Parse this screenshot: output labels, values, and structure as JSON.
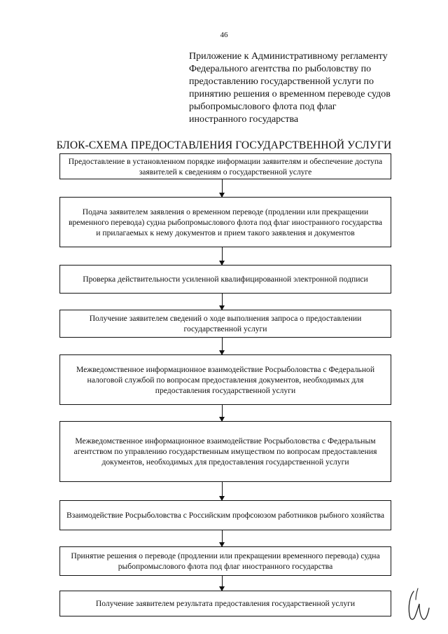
{
  "page_number": "46",
  "appendix": {
    "lines": [
      "Приложение к Административному регламенту",
      "Федерального агентства по рыболовству по",
      "предоставлению государственной услуги по",
      "принятию решения о временном переводе судов",
      "рыбопромыслового флота под флаг",
      "иностранного государства"
    ]
  },
  "flowchart": {
    "title": "БЛОК-СХЕМА ПРЕДОСТАВЛЕНИЯ ГОСУДАРСТВЕННОЙ УСЛУГИ",
    "steps": [
      "Предоставление в установленном порядке информации заявителям и обеспечение доступа заявителей к сведениям о государственной услуге",
      "Подача заявителем заявления о временном переводе (продлении или прекращении временного перевода) судна рыбопромыслового флота под флаг иностранного государства и прилагаемых к нему документов и прием такого заявления и документов",
      "Проверка действительности усиленной квалифицированной электронной подписи",
      "Получение заявителем сведений о ходе выполнения запроса о предоставлении государственной услуги",
      "Межведомственное информационное взаимодействие Росрыболовства с Федеральной налоговой службой по вопросам предоставления документов, необходимых для предоставления государственной услуги",
      "Межведомственное информационное взаимодействие Росрыболовства с Федеральным агентством по управлению государственным имуществом по вопросам предоставления документов, необходимых для предоставления государственной услуги",
      "Взаимодействие Росрыболовства с Российским профсоюзом работников рыбного хозяйства",
      "Принятие решения о переводе (продлении или прекращении временного перевода) судна рыбопромыслового флота под флаг иностранного государства",
      "Получение заявителем  результата предоставления государственной услуги"
    ]
  }
}
